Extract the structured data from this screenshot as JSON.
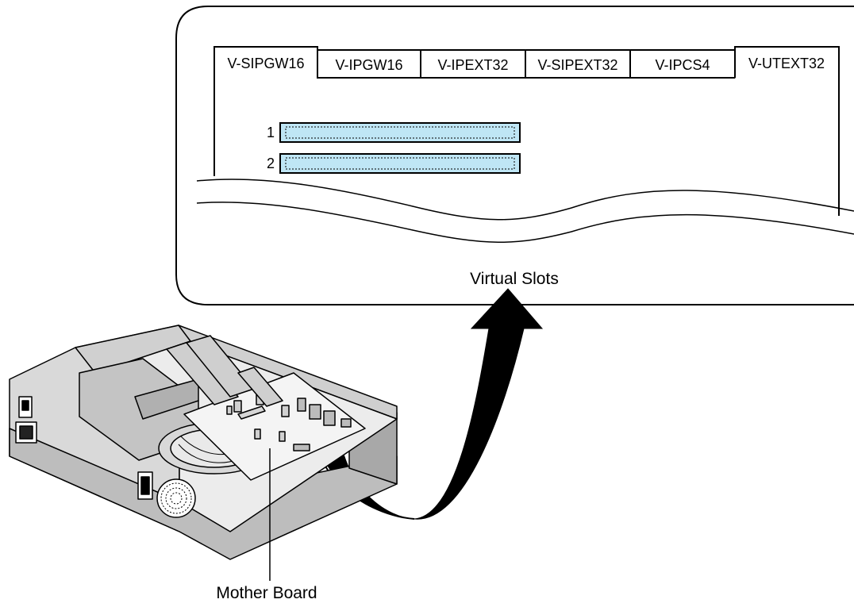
{
  "callout": {
    "tabs": [
      {
        "label": "V-SIPGW16",
        "active": true
      },
      {
        "label": "V-IPGW16",
        "active": false
      },
      {
        "label": "V-IPEXT32",
        "active": false
      },
      {
        "label": "V-SIPEXT32",
        "active": false
      },
      {
        "label": "V-IPCS4",
        "active": false
      },
      {
        "label": "V-UTEXT32",
        "active": false
      }
    ],
    "slots": [
      {
        "number": "1"
      },
      {
        "number": "2"
      }
    ],
    "caption": "Virtual Slots"
  },
  "device": {
    "label": "Mother Board"
  },
  "colors": {
    "slot_fill": "#bfe6f5",
    "line": "#000000",
    "arrow": "#000000",
    "chassis_light": "#e6e6e6",
    "chassis_mid": "#bdbdbd",
    "chassis_dark": "#8f8f8f"
  }
}
